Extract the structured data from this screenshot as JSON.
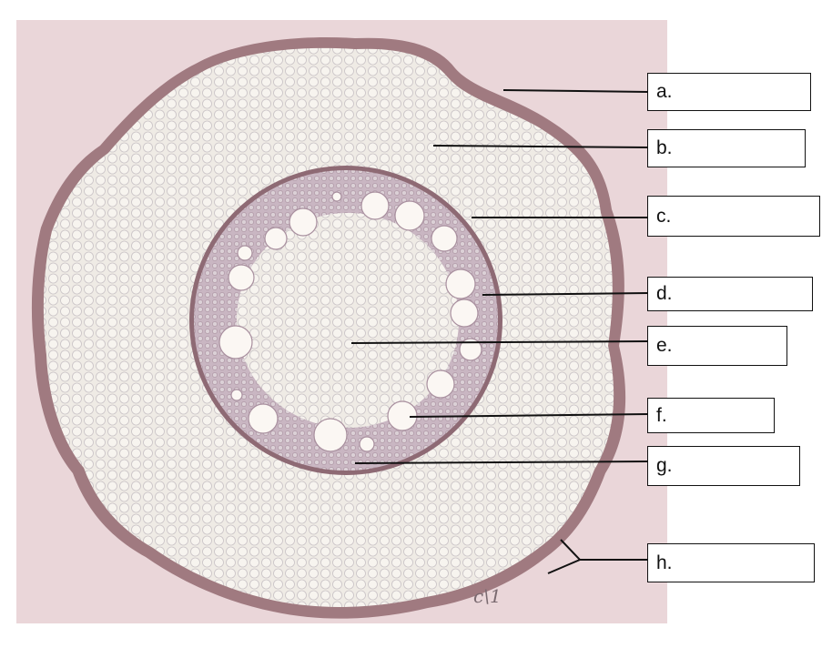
{
  "figure": {
    "subject": "stem-cross-section-micrograph",
    "colors": {
      "slide_background": "#ead6d9",
      "tissue": "#ece8e2",
      "epidermis": "#a07a80",
      "endodermis": "#8e6a74",
      "vascular_ring": "#c8bac3",
      "vessel": "#fbf7f3",
      "leader_line": "#111111"
    }
  },
  "labels": [
    {
      "id": "a",
      "text": "a."
    },
    {
      "id": "b",
      "text": "b."
    },
    {
      "id": "c",
      "text": "c."
    },
    {
      "id": "d",
      "text": "d."
    },
    {
      "id": "e",
      "text": "e."
    },
    {
      "id": "f",
      "text": "f."
    },
    {
      "id": "g",
      "text": "g."
    },
    {
      "id": "h",
      "text": "h."
    }
  ],
  "annotations": {
    "handwriting": "c\\1"
  }
}
